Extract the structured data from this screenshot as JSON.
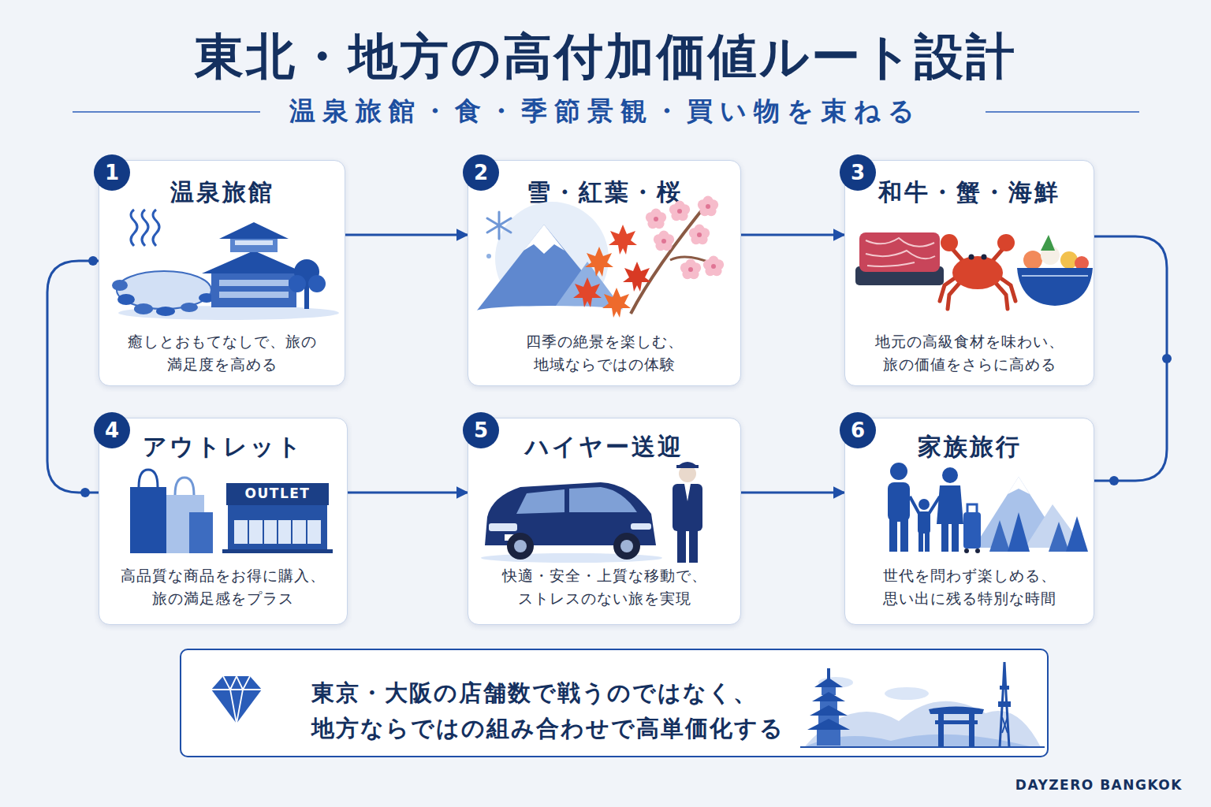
{
  "diagram": {
    "title": "東北・地方の高付加価値ルート設計",
    "caption": "温泉旅館・食・季節景観・買い物を束ねる",
    "nodes": [
      {
        "text": [
          "温泉旅館",
          "癒しとおもてなしで、旅の 満足度を高める"
        ]
      },
      {
        "text": [
          "1"
        ],
        "in": 0
      },
      {
        "text": [
          "雪・紅葉・桜",
          "四季の絶景を楽しむ、 地域ならではの体験"
        ]
      },
      {
        "text": [
          "2"
        ],
        "in": 2
      },
      {
        "text": [
          "和牛・蟹・海鮮",
          "地元の高級食材を味わい、 旅の価値をさらに高める"
        ]
      },
      {
        "text": [
          "3"
        ],
        "in": 4
      },
      {
        "text": [
          "アウトレット",
          "高品質な商品をお得に購入、 旅の満足感をプラス"
        ]
      },
      {
        "text": [
          "4"
        ],
        "in": 6
      },
      {
        "text": [
          "ハイヤー送迎",
          "快適・安全・上質な移動で、 ストレスのない旅を実現"
        ]
      },
      {
        "text": [
          "5"
        ],
        "in": 8
      },
      {
        "text": [
          "家族旅行",
          "世代を問わず楽しめる、 思い出に残る特別な時間"
        ]
      },
      {
        "text": [
          "6"
        ],
        "in": 10
      },
      {
        "text": [
          "東京・大阪の店舗数で戦うのではなく、 地方ならではの組み合わせで高単価化する"
        ]
      }
    ],
    "edges": [
      {
        "from": 0,
        "to": 2,
        "arrow": "to"
      },
      {
        "from": 2,
        "to": 4,
        "arrow": "to"
      },
      {
        "from": 4,
        "to": 10,
        "arrow": "none"
      },
      {
        "from": 0,
        "to": 6,
        "arrow": "none"
      },
      {
        "from": 6,
        "to": 8,
        "arrow": "to"
      },
      {
        "from": 8,
        "to": 10,
        "arrow": "to"
      }
    ],
    "labels": [
      "OUTLET",
      "DAYZERO BANGKOK"
    ]
  }
}
